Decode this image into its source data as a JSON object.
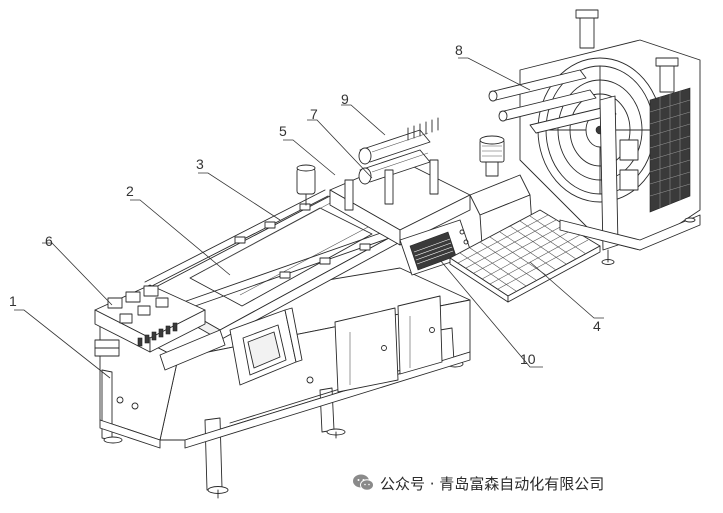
{
  "diagram": {
    "callouts": [
      {
        "id": "1",
        "label": "1"
      },
      {
        "id": "2",
        "label": "2"
      },
      {
        "id": "3",
        "label": "3"
      },
      {
        "id": "4",
        "label": "4"
      },
      {
        "id": "5",
        "label": "5"
      },
      {
        "id": "6",
        "label": "6"
      },
      {
        "id": "7",
        "label": "7"
      },
      {
        "id": "8",
        "label": "8"
      },
      {
        "id": "9",
        "label": "9"
      },
      {
        "id": "10",
        "label": "10"
      }
    ]
  },
  "watermark": {
    "icon": "wechat-icon",
    "text": "公众号 · 青岛富森自动化有限公司"
  }
}
